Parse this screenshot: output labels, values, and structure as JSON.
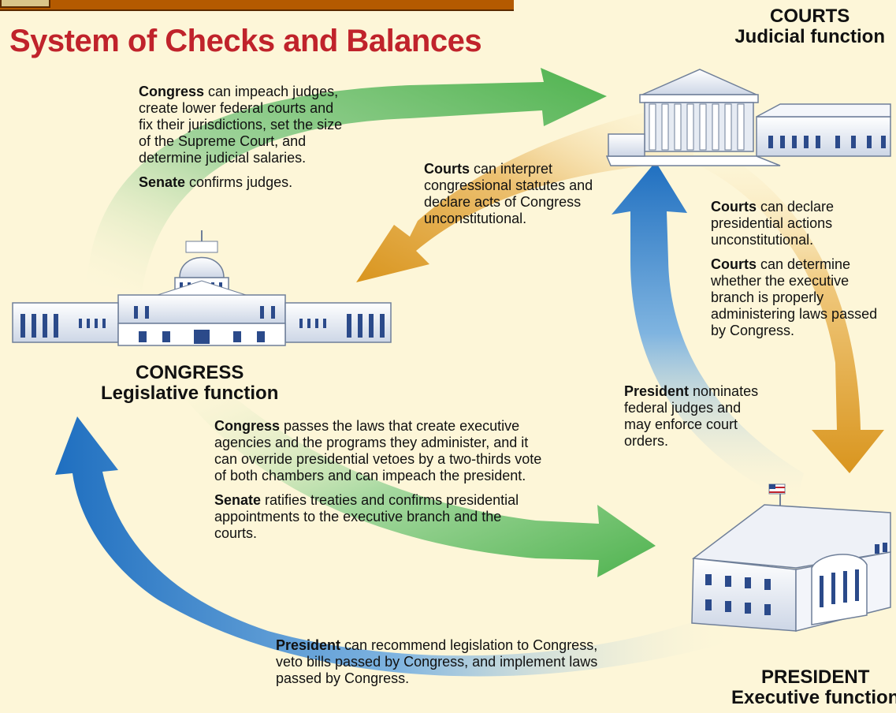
{
  "title": "System of Checks and Balances",
  "branches": {
    "courts": {
      "name": "COURTS",
      "function": "Judicial function"
    },
    "congress": {
      "name": "CONGRESS",
      "function": "Legislative function"
    },
    "president": {
      "name": "PRESIDENT",
      "function": "Executive function"
    }
  },
  "checks": {
    "congress_on_courts": {
      "p1_subject": "Congress",
      "p1_text": " can impeach judges, create lower federal courts and fix their jurisdictions, set the size of the Supreme Court, and determine judicial salaries.",
      "p2_subject": "Senate",
      "p2_text": " confirms judges."
    },
    "courts_on_congress": {
      "p1_subject": "Courts",
      "p1_text": " can interpret congressional statutes and declare acts of Congress unconstitutional."
    },
    "courts_on_president": {
      "p1_subject": "Courts",
      "p1_text": " can declare presidential actions unconstitutional.",
      "p2_subject": "Courts",
      "p2_text": " can determine whether the executive branch is properly administering laws passed by Congress."
    },
    "president_on_courts": {
      "p1_subject": "President",
      "p1_text": " nominates federal judges and may enforce court orders."
    },
    "congress_on_president": {
      "p1_subject": "Congress",
      "p1_text": " passes the laws that create executive agencies and the programs they administer, and it can override presidential vetoes by a two-thirds vote of both chambers and can impeach the president.",
      "p2_subject": "Senate",
      "p2_text": " ratifies treaties and confirms presidential appointments to the executive branch and the courts."
    },
    "president_on_congress": {
      "p1_subject": "President",
      "p1_text": " can recommend legislation to Congress, veto bills passed by Congress, and implement laws passed by Congress."
    }
  },
  "colors": {
    "title": "#c0232b",
    "background": "#fdf6d8",
    "green_arrow": "#5cb85c",
    "orange_arrow": "#e0a030",
    "blue_arrow": "#1f6fc0"
  }
}
